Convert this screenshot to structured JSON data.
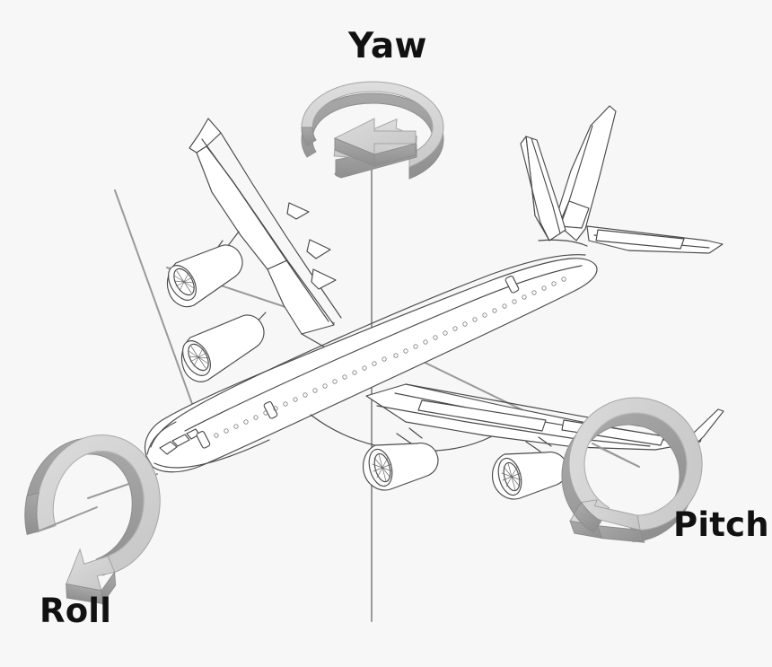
{
  "figure": {
    "title": "Aircraft principal axes of rotation",
    "background_color": "#f7f7f7",
    "subject": "four-engine wide-body airliner line drawing"
  },
  "labels": {
    "yaw": "Yaw",
    "pitch": "Pitch",
    "roll": "Roll"
  },
  "axes": [
    {
      "id": "yaw",
      "label": "Yaw",
      "description": "vertical normal axis through fuselage",
      "axis_color": "#9a9a9a",
      "arrow_fill": "#d4d4d4",
      "arrow_shade": "#9c9c9c",
      "rotation_direction": "counter-clockwise viewed from above"
    },
    {
      "id": "pitch",
      "label": "Pitch",
      "description": "lateral transverse axis through the wings",
      "axis_color": "#9a9a9a",
      "arrow_fill": "#d4d4d4",
      "arrow_shade": "#9c9c9c",
      "rotation_direction": "nose-up / nose-down"
    },
    {
      "id": "roll",
      "label": "Roll",
      "description": "longitudinal axis through nose and tail",
      "axis_color": "#9a9a9a",
      "arrow_fill": "#d4d4d4",
      "arrow_shade": "#9c9c9c",
      "rotation_direction": "wing-down banking"
    }
  ],
  "aircraft": {
    "line_color": "#4a4a4a",
    "fill_color": "#ffffff",
    "engine_count": 4,
    "features": [
      "fuselage",
      "cockpit-windows",
      "passenger-windows",
      "port-wing",
      "starboard-wing",
      "winglets",
      "vertical-stabilizer",
      "horizontal-stabilizers",
      "engine-nacelles",
      "engine-fan-blades"
    ]
  }
}
